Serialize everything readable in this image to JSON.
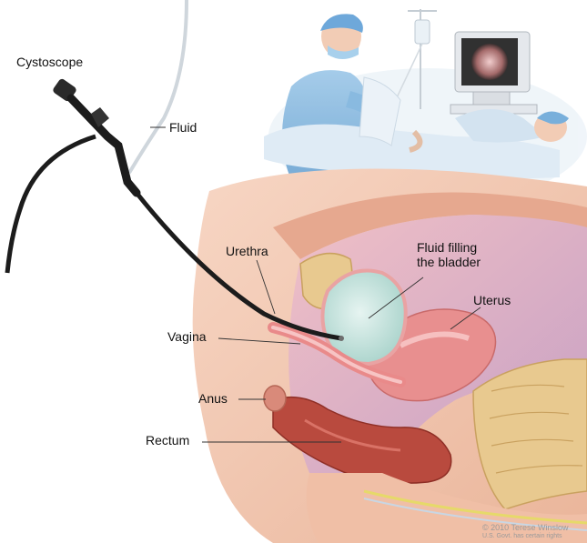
{
  "labels": {
    "cystoscope": "Cystoscope",
    "fluid": "Fluid",
    "urethra": "Urethra",
    "fluid_filling": "Fluid filling\nthe bladder",
    "uterus": "Uterus",
    "vagina": "Vagina",
    "anus": "Anus",
    "rectum": "Rectum"
  },
  "credit": {
    "line1": "© 2010 Terese Winslow",
    "line2": "U.S. Govt. has certain rights"
  },
  "colors": {
    "skin": "#f2c4ad",
    "bladder_fluid": "#c9e4df",
    "scope": "#1c1c1c",
    "bone": "#e8c98f",
    "rectum": "#b94a3e",
    "uterus": "#e88f8f",
    "drape": "#cfe2ef"
  }
}
